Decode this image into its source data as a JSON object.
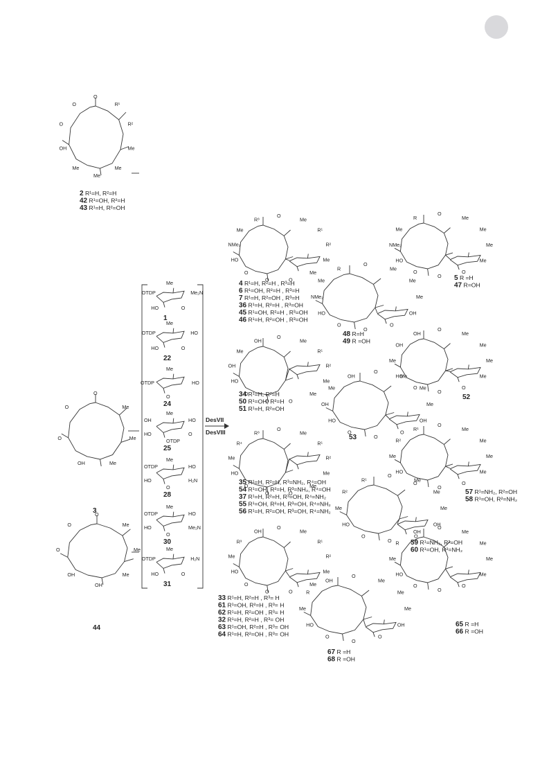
{
  "arrow": {
    "enzyme_1": "DesVII",
    "enzyme_2": "DesVIII"
  },
  "aglycones": [
    {
      "id": "agl-a",
      "labels": [
        "2 R¹=H, R²=H",
        "42 R¹=OH, R²=H",
        "43 R¹=H, R²=OH"
      ],
      "atoms": [
        "O",
        "R¹",
        "R²",
        "Me",
        "Me",
        "Me",
        "Me",
        "OH",
        "O",
        "O"
      ]
    },
    {
      "id": "agl-b",
      "labels": [
        "3"
      ],
      "atoms": [
        "O",
        "Me",
        "Me",
        "Me",
        "OH",
        "O",
        "O"
      ]
    },
    {
      "id": "agl-c",
      "labels": [
        "44"
      ],
      "atoms": [
        "O",
        "Me",
        "Me",
        "Me",
        "OH",
        "OH",
        "O",
        "O"
      ]
    }
  ],
  "sugars": [
    {
      "num": "1",
      "atoms": [
        "Me",
        "Me₂N",
        "O",
        "HO",
        "OTDP"
      ]
    },
    {
      "num": "22",
      "atoms": [
        "Me",
        "HO",
        "O",
        "HO",
        "OTDP"
      ]
    },
    {
      "num": "24",
      "atoms": [
        "Me",
        "HO",
        "O",
        "OTDP"
      ]
    },
    {
      "num": "25",
      "atoms": [
        "Me",
        "HO",
        "O",
        "OTDP",
        "HO",
        "OH"
      ]
    },
    {
      "num": "28",
      "atoms": [
        "Me",
        "HO",
        "H₂N",
        "O",
        "HO",
        "OTDP"
      ]
    },
    {
      "num": "30",
      "atoms": [
        "Me",
        "HO",
        "Me₂N",
        "O",
        "HO",
        "OTDP"
      ]
    },
    {
      "num": "31",
      "atoms": [
        "Me",
        "H₂N",
        "O",
        "HO",
        "OTDP"
      ]
    }
  ],
  "products": [
    {
      "id": "p1",
      "labels": [
        "4 R¹=H, R²=H , R³=H",
        "6 R¹=OH, R²=H , R³=H",
        "7 R¹=H, R²=OH , R³=H",
        "36 R¹=H, R²=H , R³=OH",
        "45 R¹=OH, R²=H , R³=OH",
        "46 R¹=H, R²=OH , R³=OH"
      ],
      "atoms": [
        "O",
        "Me",
        "R¹",
        "R²",
        "Me",
        "Me",
        "O",
        "O",
        "O",
        "HO",
        "NMe₂",
        "Me",
        "R³"
      ]
    },
    {
      "id": "p2",
      "labels": [
        "5 R =H",
        "47 R=OH"
      ],
      "atoms": [
        "O",
        "Me",
        "Me",
        "Me",
        "Me",
        "O",
        "O",
        "O",
        "HO",
        "NMe₂",
        "Me",
        "R"
      ]
    },
    {
      "id": "p3",
      "labels": [
        "48 R=H",
        "49 R =OH"
      ],
      "atoms": [
        "O",
        "Me",
        "Me",
        "Me",
        "OH",
        "O",
        "O",
        "O",
        "HO",
        "NMe₂",
        "Me",
        "R"
      ]
    },
    {
      "id": "p4",
      "labels": [
        "34 R¹=H, R²=H",
        "50 R¹=OH, R²=H",
        "51 R¹=H, R²=OH"
      ],
      "atoms": [
        "O",
        "Me",
        "R¹",
        "R²",
        "Me",
        "Me",
        "O",
        "O",
        "O",
        "HO",
        "OH",
        "Me",
        "OH"
      ]
    },
    {
      "id": "p5",
      "labels": [
        "52"
      ],
      "atoms": [
        "O",
        "Me",
        "Me",
        "Me",
        "Me",
        "O",
        "O",
        "O",
        "HO",
        "Me",
        "OH",
        "OH"
      ]
    },
    {
      "id": "p6",
      "labels": [
        "53"
      ],
      "atoms": [
        "O",
        "Me",
        "Me",
        "Me",
        "OH",
        "O",
        "O",
        "O",
        "HO",
        "OH",
        "Me",
        "OH"
      ]
    },
    {
      "id": "p7",
      "labels": [
        "35 R¹=H, R²=H, R³=NH₂, R⁴=OH",
        "54 R¹=OH, R²=H, R³=NH₂, R⁴=OH",
        "37 R¹=H, R²=H, R³=OH, R⁴=NH₂",
        "55 R¹=OH, R²=H, R³=OH, R⁴=NH₂",
        "56 R¹=H, R²=OH, R³=OH, R⁴=NH₂"
      ],
      "atoms": [
        "O",
        "Me",
        "R¹",
        "R²",
        "Me",
        "Me",
        "O",
        "O",
        "O",
        "HO",
        "Me",
        "R⁴",
        "R³"
      ]
    },
    {
      "id": "p8",
      "labels": [
        "57 R¹=NH₂, R²=OH",
        "58 R¹=OH, R²=NH₂"
      ],
      "atoms": [
        "O",
        "Me",
        "Me",
        "Me",
        "Me",
        "O",
        "O",
        "O",
        "HO",
        "Me",
        "R²",
        "R¹"
      ]
    },
    {
      "id": "p9",
      "labels": [
        "59 R¹=NH₂, R²=OH",
        "60 R¹=OH, R²=NH₂"
      ],
      "atoms": [
        "O",
        "Me",
        "Me",
        "Me",
        "OH",
        "O",
        "O",
        "O",
        "HO",
        "Me",
        "R²",
        "R¹"
      ]
    },
    {
      "id": "p10",
      "labels": [
        "33 R¹=H, R²=H , R³= H",
        "61 R¹=OH, R²=H , R³= H",
        "62 R¹=H, R²=OH , R³= H",
        "32 R¹=H, R²=H , R³= OH",
        "63 R¹=OH, R²=H , R³= OH",
        "64 R¹=H, R²=OH , R³= OH"
      ],
      "atoms": [
        "O",
        "Me",
        "R¹",
        "R²",
        "Me",
        "Me",
        "O",
        "O",
        "O",
        "HO",
        "Me",
        "R³",
        "OH"
      ]
    },
    {
      "id": "p11",
      "labels": [
        "65 R =H",
        "66 R =OH"
      ],
      "atoms": [
        "O",
        "Me",
        "Me",
        "Me",
        "Me",
        "O",
        "O",
        "O",
        "HO",
        "Me",
        "R",
        "OH"
      ]
    },
    {
      "id": "p12",
      "labels": [
        "67 R =H",
        "68 R =OH"
      ],
      "atoms": [
        "O",
        "Me",
        "Me",
        "Me",
        "OH",
        "O",
        "O",
        "O",
        "HO",
        "Me",
        "R",
        "OH"
      ]
    }
  ]
}
